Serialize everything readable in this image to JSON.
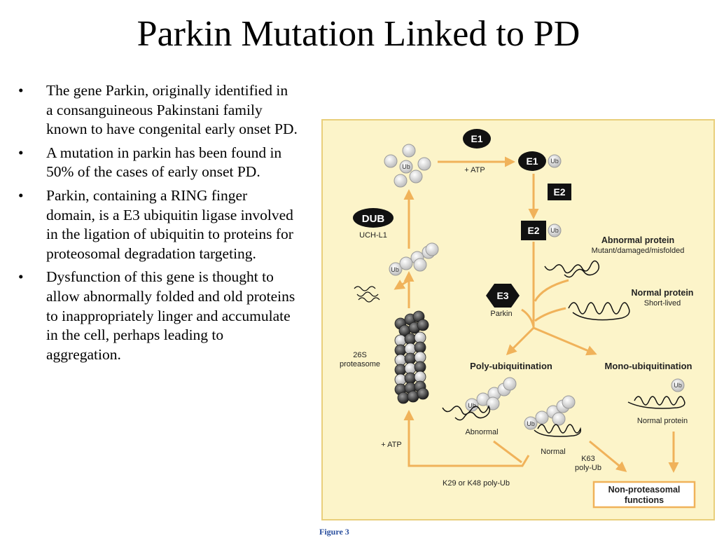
{
  "title": "Parkin Mutation Linked to PD",
  "bullets": [
    "The gene Parkin, originally identified in a consanguineous Pakinstani family known to have congenital early onset PD.",
    "A mutation in parkin has been found in 50% of the cases of early onset PD.",
    "Parkin, containing a RING finger domain, is a E3 ubiquitin ligase involved in the ligation of ubiquitin to proteins for proteosomal degradation targeting.",
    "Dysfunction of this gene is thought to allow abnormally folded and old proteins to inappropriately linger and accumulate in the cell, perhaps leading to aggregation."
  ],
  "bullet_marker": "•",
  "diagram": {
    "e1": "E1",
    "e2": "E2",
    "e3": "E3",
    "ub": "Ub",
    "plus_atp_top": "+ ATP",
    "dub": "DUB",
    "uch_l1": "UCH-L1",
    "parkin": "Parkin",
    "abnormal_protein_title": "Abnormal protein",
    "abnormal_protein_sub": "Mutant/damaged/misfolded",
    "normal_protein_title": "Normal protein",
    "normal_protein_sub": "Short-lived",
    "proteasome_line1": "26S",
    "proteasome_line2": "proteasome",
    "poly_ubiquitination": "Poly-ubiquitination",
    "mono_ubiquitination": "Mono-ubiquitination",
    "abnormal": "Abnormal",
    "normal": "Normal",
    "normal_protein_small": "Normal protein",
    "plus_atp_bottom": "+ ATP",
    "k63_line1": "K63",
    "k63_line2": "poly-Ub",
    "k29_k48": "K29 or K48 poly-Ub",
    "non_proteasomal_line1": "Non-proteasomal",
    "non_proteasomal_line2": "functions"
  },
  "figure_caption": "Figure 3",
  "colors": {
    "panel_bg": "#fcf4c9",
    "panel_border": "#e9cf7b",
    "arrow": "#f0b25a",
    "caption": "#2a4f9e"
  }
}
